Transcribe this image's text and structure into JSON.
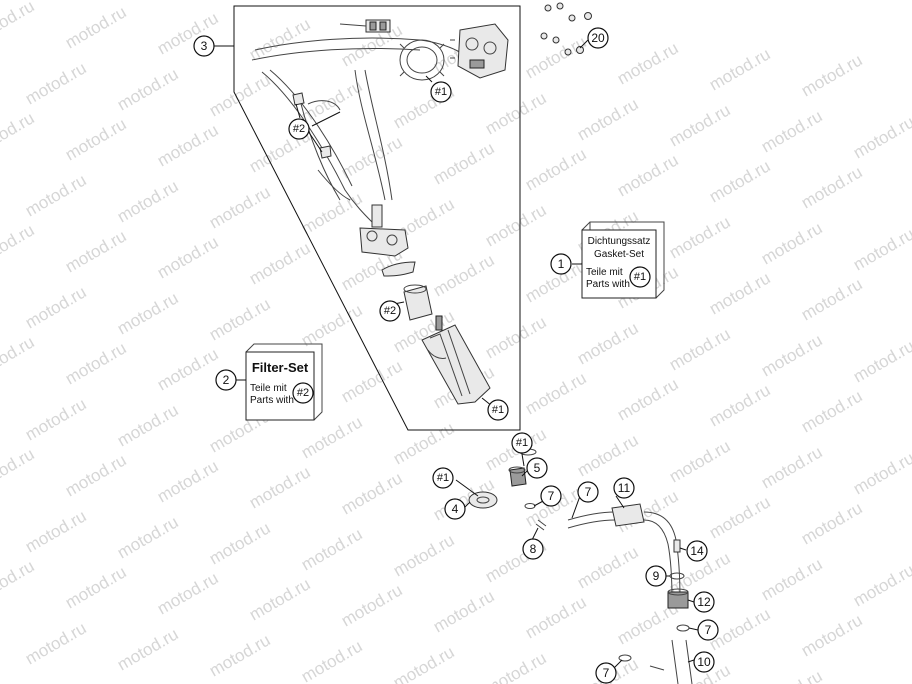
{
  "watermark": "motod.ru",
  "outline_kit": {
    "callout": "3"
  },
  "gasket_set": {
    "callout": "1",
    "title_de": "Dichtungssatz",
    "title_en": "Gasket-Set",
    "parts_de": "Teile mit",
    "parts_en": "Parts with",
    "marker": "#1"
  },
  "filter_set": {
    "callout": "2",
    "title": "Filter-Set",
    "parts_de": "Teile mit",
    "parts_en": "Parts with",
    "marker": "#2"
  },
  "callouts": {
    "hardware_top": "20",
    "flange_ring": "#1",
    "clips": "#2",
    "filter_sleeve": "#2",
    "pump_bottom": "#1",
    "oring_upper": "#1",
    "oring_left": "#1",
    "part4": "4",
    "part5": "5",
    "part7a": "7",
    "part7b": "7",
    "part8": "8",
    "part11": "11",
    "part14": "14",
    "part9": "9",
    "part12": "12",
    "part7c": "7",
    "part7d": "7",
    "part10": "10"
  }
}
